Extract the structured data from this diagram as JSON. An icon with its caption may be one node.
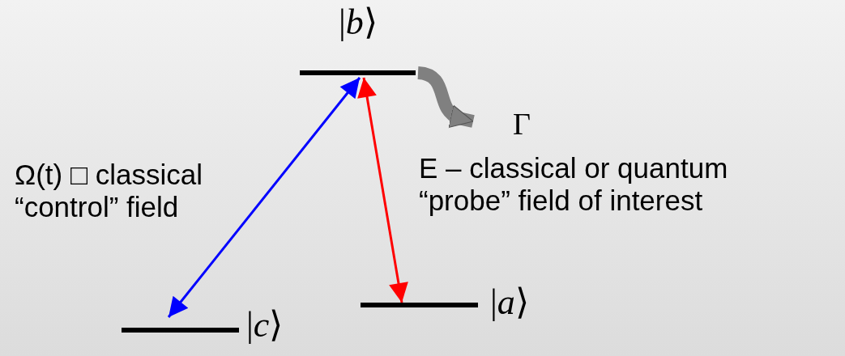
{
  "diagram": {
    "nodes": [
      {
        "text": [],
        "shape": "bar",
        "beside": [
          "|*b*⟩"
        ]
      },
      {
        "text": [],
        "shape": "bar",
        "beside": [
          "|*a*⟩"
        ]
      },
      {
        "text": [],
        "shape": "bar",
        "beside": [
          "|*c*⟩"
        ]
      },
      {
        "text": [
          "Γ"
        ]
      }
    ],
    "edges": [
      {
        "from": 2,
        "to": 0,
        "arrow": "both",
        "color": "#0000ff",
        "label": "Ω(t) □ classical “control” field"
      },
      {
        "from": 0,
        "to": 1,
        "arrow": "both",
        "color": "#ff0000",
        "label": "E – classical or quantum “probe” field of interest"
      },
      {
        "from": 0,
        "to": 3,
        "arrow": "to",
        "color": "#808080",
        "style": "thick"
      }
    ]
  }
}
